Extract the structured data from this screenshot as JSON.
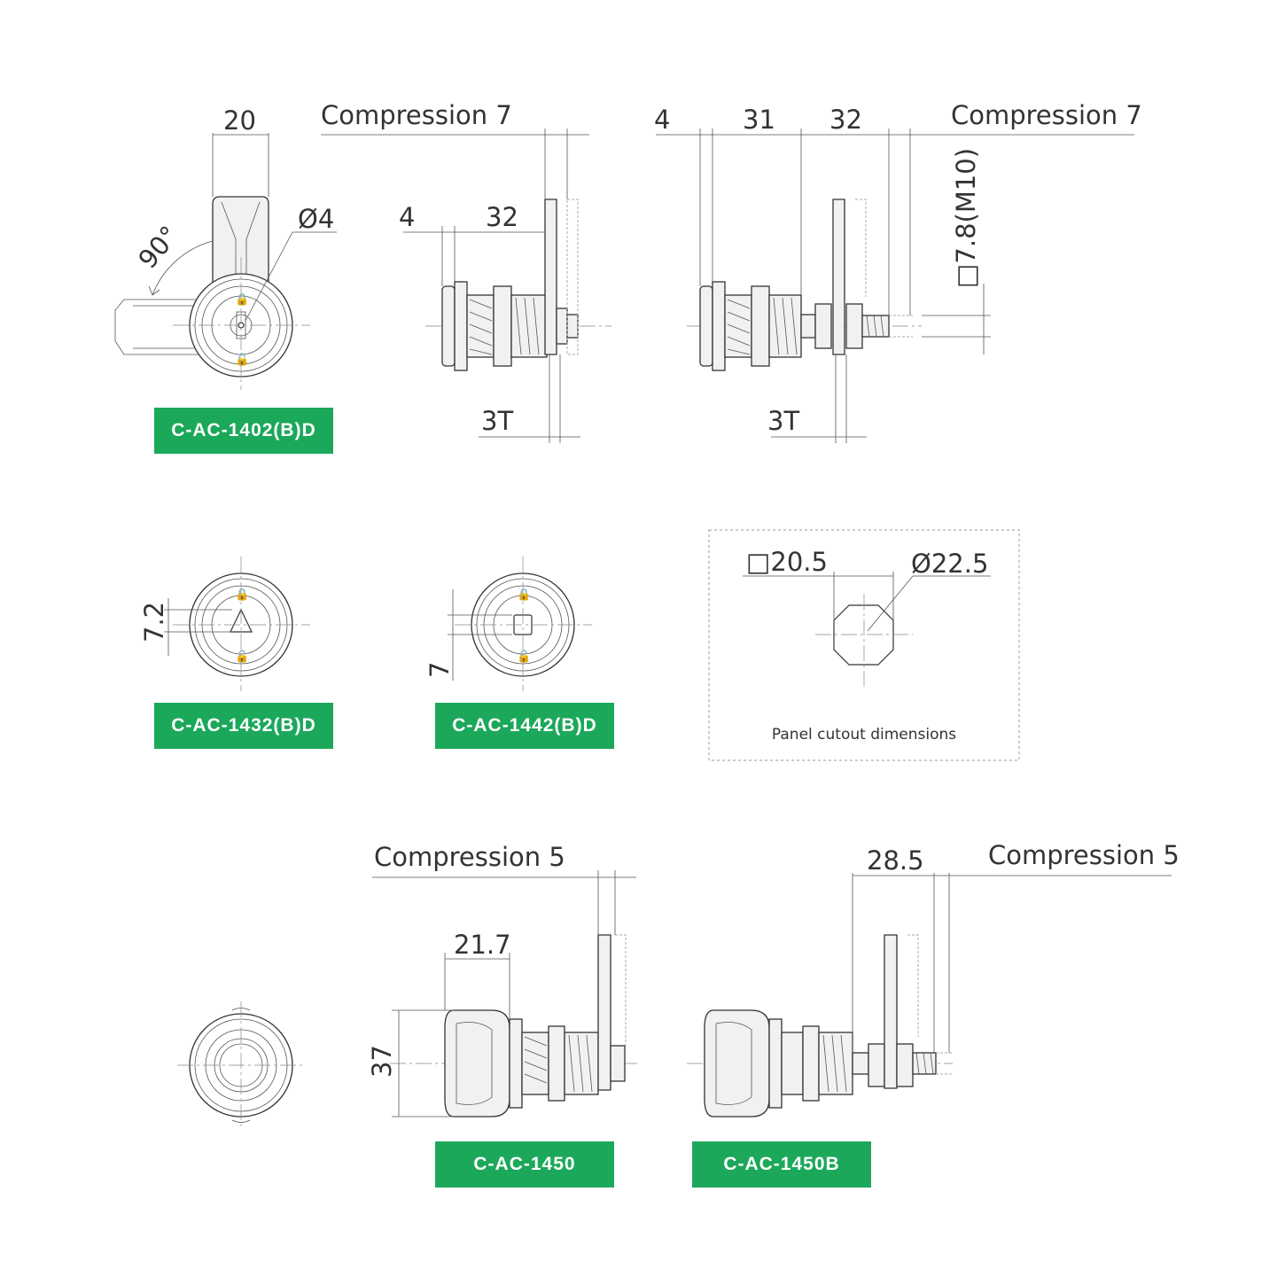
{
  "labels": {
    "m1402": "C-AC-1402(B)D",
    "m1432": "C-AC-1432(B)D",
    "m1442": "C-AC-1442(B)D",
    "m1450": "C-AC-1450",
    "m1450b": "C-AC-1450B"
  },
  "dims": {
    "d20": "20",
    "d_dia4": "Ø4",
    "d_angle": "90°",
    "comp7": "Compression 7",
    "d4": "4",
    "d32": "32",
    "d31": "31",
    "d3T": "3T",
    "d_m10": "□7.8(M10)",
    "d72": "7.2",
    "d7": "7",
    "cut_sq": "□20.5",
    "cut_dia": "Ø22.5",
    "comp5": "Compression 5",
    "d217": "21.7",
    "d37": "37",
    "d285": "28.5"
  },
  "panel_cutout": {
    "caption": "Panel cutout dimensions"
  },
  "colors": {
    "label_bg": "#1ca85a",
    "line": "#333333"
  }
}
